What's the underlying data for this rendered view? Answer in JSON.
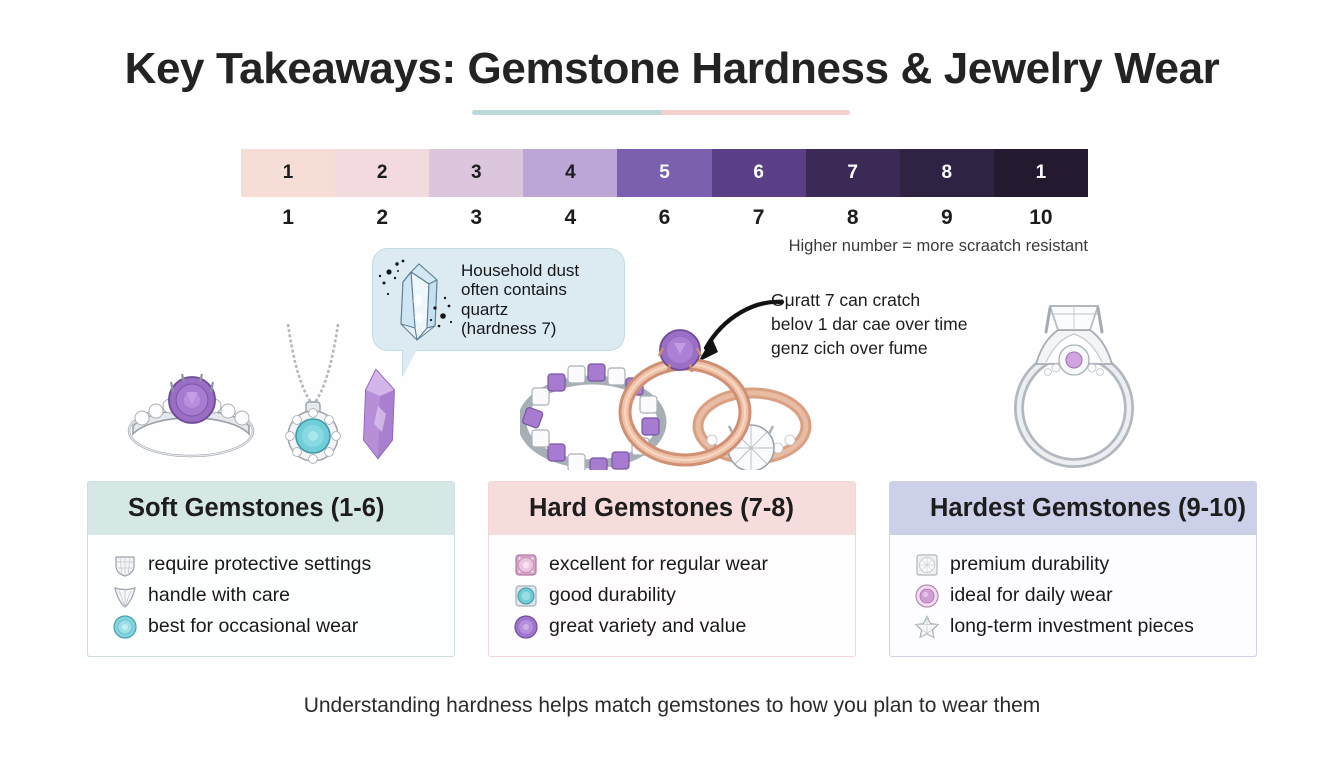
{
  "title": "Key Takeaways: Gemstone Hardness & Jewelry Wear",
  "colors": {
    "divider_left": "#bcd9da",
    "divider_right": "#f3cfcd",
    "card_soft_header": "#d6e8e5",
    "card_hard_header": "#f7dcdc",
    "card_hardest_header": "#ccd0e8"
  },
  "scale": {
    "note": "Higher number = more scraatch resistant",
    "segments": [
      {
        "label": "1",
        "color": "#f6ded6",
        "text_color": "#1c1c1c"
      },
      {
        "label": "2",
        "color": "#f2dade",
        "text_color": "#1c1c1c"
      },
      {
        "label": "3",
        "color": "#dcc6dd",
        "text_color": "#1c1c1c"
      },
      {
        "label": "4",
        "color": "#bba6d6",
        "text_color": "#1c1c1c"
      },
      {
        "label": "5",
        "color": "#7b60b0",
        "text_color": "#ffffff"
      },
      {
        "label": "6",
        "color": "#5a3f86",
        "text_color": "#ffffff"
      },
      {
        "label": "7",
        "color": "#3b2a55",
        "text_color": "#ffffff"
      },
      {
        "label": "8",
        "color": "#2e2342",
        "text_color": "#ffffff"
      },
      {
        "label": "1",
        "color": "#241a30",
        "text_color": "#ffffff"
      }
    ],
    "ticks": [
      "1",
      "2",
      "3",
      "4",
      "6",
      "7",
      "8",
      "9",
      "10"
    ]
  },
  "bubble": {
    "icon": "quartz-crystal-icon",
    "text": "Household dust\noften contains\nquartz\n(hardness 7)"
  },
  "annotation": {
    "icon": "curved-arrow-icon",
    "text": "Gμratt 7 can cratch\nbelov 1 dar cae over time\ngenz cich over fume"
  },
  "illustrations": [
    {
      "name": "amethyst-ring-illustration"
    },
    {
      "name": "halo-pendant-necklace-illustration"
    },
    {
      "name": "purple-crystal-point-illustration"
    },
    {
      "name": "amethyst-tennis-bracelet-illustration"
    },
    {
      "name": "rose-gold-amethyst-ring-illustration"
    },
    {
      "name": "rose-gold-diamond-ring-illustration"
    },
    {
      "name": "white-gold-solitaire-ring-illustration"
    }
  ],
  "cards": [
    {
      "title": "Soft Gemstones (1-6)",
      "bullets": [
        {
          "icon": "shield-cut-gem-icon",
          "text": "require protective settings"
        },
        {
          "icon": "marquise-cut-gem-icon",
          "text": "handle with care"
        },
        {
          "icon": "round-aqua-gem-icon",
          "text": "best for occasional wear"
        }
      ]
    },
    {
      "title": "Hard Gemstones (7-8)",
      "bullets": [
        {
          "icon": "pink-square-gem-icon",
          "text": "excellent for regular wear"
        },
        {
          "icon": "teal-square-gem-icon",
          "text": "good durability"
        },
        {
          "icon": "round-purple-gem-icon",
          "text": "great variety and value"
        }
      ]
    },
    {
      "title": "Hardest Gemstones (9-10)",
      "bullets": [
        {
          "icon": "white-diamond-square-icon",
          "text": "premium durability"
        },
        {
          "icon": "round-pink-gem-icon",
          "text": "ideal for daily wear"
        },
        {
          "icon": "star-cut-gem-icon",
          "text": "long-term investment pieces"
        }
      ]
    }
  ],
  "footer": "Understanding hardness helps match gemstones to how you plan to wear them"
}
